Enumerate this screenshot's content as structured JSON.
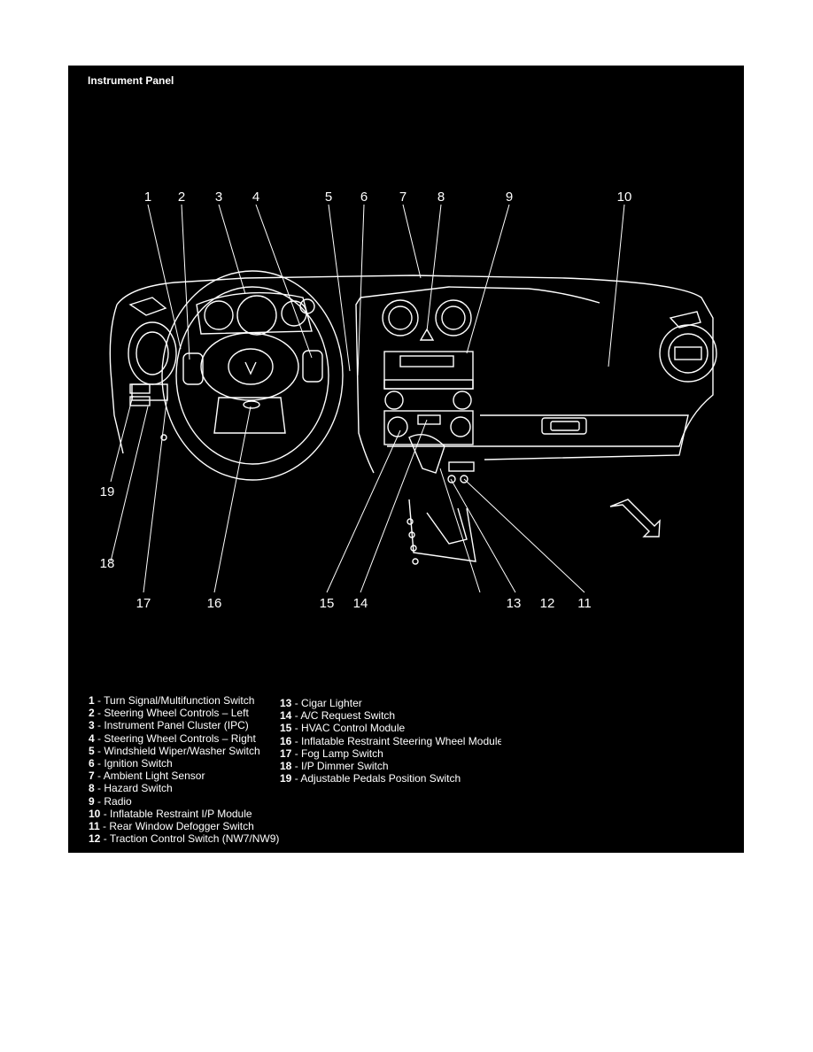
{
  "diagram": {
    "title": "Instrument Panel",
    "callouts_top": [
      "1",
      "2",
      "3",
      "4",
      "5",
      "6",
      "7",
      "8",
      "9",
      "10"
    ],
    "callouts_left": [
      "19",
      "18"
    ],
    "callouts_bottom": [
      "17",
      "16",
      "15",
      "14",
      "13",
      "12",
      "11"
    ],
    "legend_left": [
      {
        "num": "1",
        "label": "Turn Signal/Multifunction Switch"
      },
      {
        "num": "2",
        "label": "Steering Wheel Controls – Left"
      },
      {
        "num": "3",
        "label": "Instrument Panel Cluster (IPC)"
      },
      {
        "num": "4",
        "label": "Steering Wheel Controls – Right"
      },
      {
        "num": "5",
        "label": "Windshield Wiper/Washer Switch"
      },
      {
        "num": "6",
        "label": "Ignition Switch"
      },
      {
        "num": "7",
        "label": "Ambient Light Sensor"
      },
      {
        "num": "8",
        "label": "Hazard Switch"
      },
      {
        "num": "9",
        "label": "Radio"
      },
      {
        "num": "10",
        "label": "Inflatable Restraint I/P Module"
      },
      {
        "num": "11",
        "label": "Rear Window Defogger Switch"
      },
      {
        "num": "12",
        "label": "Traction Control Switch (NW7/NW9)"
      }
    ],
    "legend_right": [
      {
        "num": "13",
        "label": "Cigar Lighter"
      },
      {
        "num": "14",
        "label": "A/C Request Switch"
      },
      {
        "num": "15",
        "label": "HVAC Control Module"
      },
      {
        "num": "16",
        "label": "Inflatable Restraint Steering Wheel Module"
      },
      {
        "num": "17",
        "label": "Fog Lamp Switch"
      },
      {
        "num": "18",
        "label": "I/P Dimmer Switch"
      },
      {
        "num": "19",
        "label": "Adjustable Pedals Position Switch"
      }
    ],
    "colors": {
      "background": "#000000",
      "line": "#ffffff",
      "page": "#ffffff"
    }
  }
}
